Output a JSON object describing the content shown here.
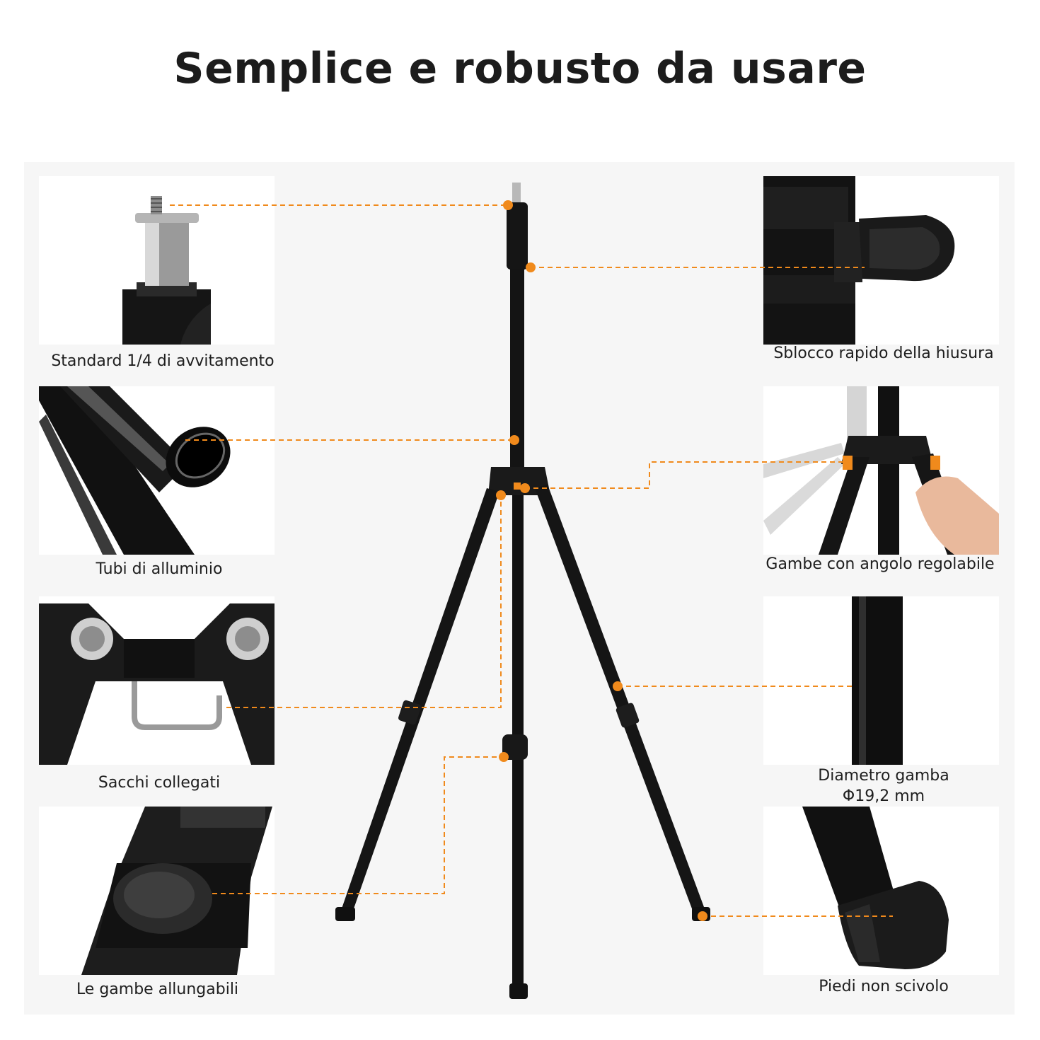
{
  "title": "Semplice e robusto da usare",
  "features": {
    "screw": "Standard 1/4 di avvitamento",
    "tubes": "Tubi di alluminio",
    "bags": "Sacchi collegati",
    "legs_extend": "Le gambe allungabili",
    "quick_release": "Sblocco rapido della hiusura",
    "angle_legs": "Gambe con angolo regolabile",
    "diameter_line1": "Diametro gamba",
    "diameter_line2": "Φ19,2 mm",
    "feet": "Piedi non scivolo"
  },
  "colors": {
    "accent": "#f08a1c",
    "dark": "#1a1a1a",
    "panel": "#f6f6f6"
  }
}
